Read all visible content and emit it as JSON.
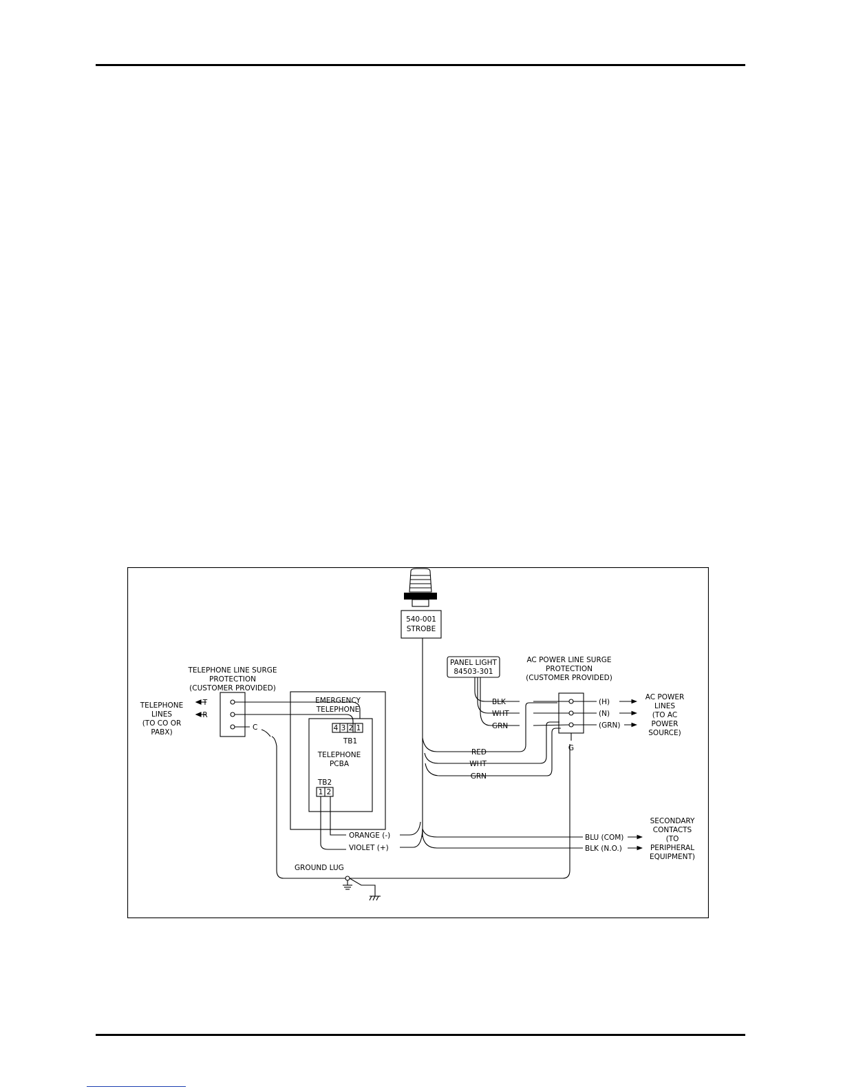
{
  "strobe": {
    "line1": "540-001",
    "line2": "STROBE"
  },
  "panel_light": {
    "line1": "PANEL LIGHT",
    "line2": "84503-301"
  },
  "tel_surge": {
    "line1": "TELEPHONE LINE SURGE",
    "line2": "PROTECTION",
    "line3": "(CUSTOMER PROVIDED)",
    "t": "T",
    "r": "R",
    "c": "C"
  },
  "tel_lines": {
    "line1": "TELEPHONE",
    "line2": "LINES",
    "line3": "(TO CO OR",
    "line4": "PABX)"
  },
  "emergency": {
    "line1": "EMERGENCY",
    "line2": "TELEPHONE"
  },
  "pcba": {
    "tb1": "TB1",
    "tb1_pins": [
      "4",
      "3",
      "2",
      "1"
    ],
    "line1": "TELEPHONE",
    "line2": "PCBA",
    "tb2": "TB2",
    "tb2_pins": [
      "1",
      "2"
    ]
  },
  "ac_surge": {
    "line1": "AC POWER LINE SURGE",
    "line2": "PROTECTION",
    "line3": "(CUSTOMER PROVIDED)",
    "g": "G"
  },
  "panel_wires": {
    "blk": "BLK",
    "wht": "WHT",
    "grn": "GRN"
  },
  "ac_out": {
    "h": "(H)",
    "n": "(N)",
    "grn": "(GRN)"
  },
  "ac_lines": {
    "line1": "AC POWER",
    "line2": "LINES",
    "line3": "(TO AC",
    "line4": "POWER",
    "line5": "SOURCE)"
  },
  "strobe_wires": {
    "red": "RED",
    "wht": "WHT",
    "grn": "GRN"
  },
  "signal_wires": {
    "orange": "ORANGE (-)",
    "violet": "VIOLET (+)",
    "blu": "BLU (COM)",
    "blk": "BLK (N.O.)"
  },
  "secondary": {
    "line1": "SECONDARY",
    "line2": "CONTACTS",
    "line3": "(TO",
    "line4": "PERIPHERAL",
    "line5": "EQUIPMENT)"
  },
  "ground": {
    "label": "GROUND LUG"
  }
}
